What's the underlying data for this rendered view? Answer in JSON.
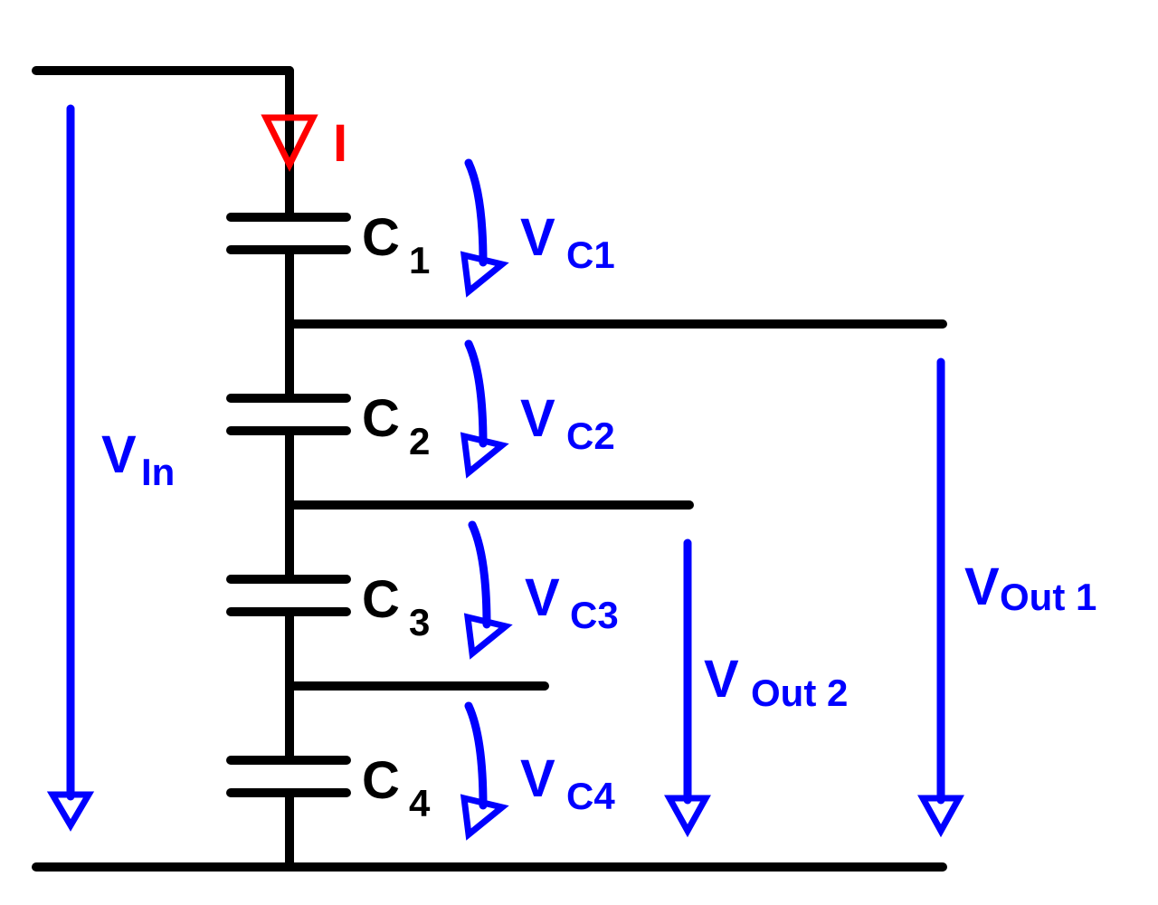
{
  "colors": {
    "wire": "#000000",
    "voltage": "#0000ff",
    "current": "#ff0000"
  },
  "current": {
    "label": "I"
  },
  "capacitors": [
    {
      "main": "C",
      "sub": "1",
      "voltage_main": "V",
      "voltage_sub": "C1"
    },
    {
      "main": "C",
      "sub": "2",
      "voltage_main": "V",
      "voltage_sub": "C2"
    },
    {
      "main": "C",
      "sub": "3",
      "voltage_main": "V",
      "voltage_sub": "C3"
    },
    {
      "main": "C",
      "sub": "4",
      "voltage_main": "V",
      "voltage_sub": "C4"
    }
  ],
  "voltages": {
    "input": {
      "main": "V",
      "sub": "In"
    },
    "out1": {
      "main": "V",
      "sub": "Out 1"
    },
    "out2": {
      "main": "V",
      "sub": "Out 2"
    }
  }
}
